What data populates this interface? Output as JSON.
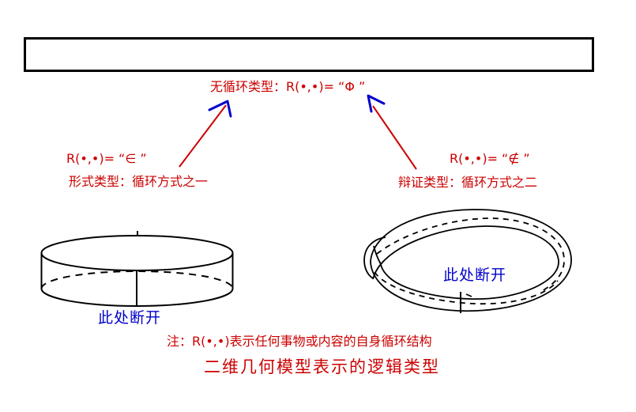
{
  "palette": {
    "text_red": "#cc0000",
    "text_blue": "#0000cc",
    "line_black": "#000000",
    "background": "#ffffff"
  },
  "header_box": {
    "content": ""
  },
  "classification": {
    "root_label": "无循环类型：R(•,•)= “Φ ”",
    "left_branch": {
      "formula": "R(•,•)= “∈ ”",
      "type_label": "形式类型：循环方式之一",
      "figure": "cylinder-band",
      "break_label": "此处断开"
    },
    "right_branch": {
      "formula": "R(•,•)= “∉ ”",
      "type_label": "辩证类型：循环方式之二",
      "figure": "mobius-band",
      "break_label": "此处断开"
    }
  },
  "footer": {
    "note": "注：R(•,•)表示任何事物或内容的自身循环结构",
    "title": "二维几何模型表示的逻辑类型"
  }
}
